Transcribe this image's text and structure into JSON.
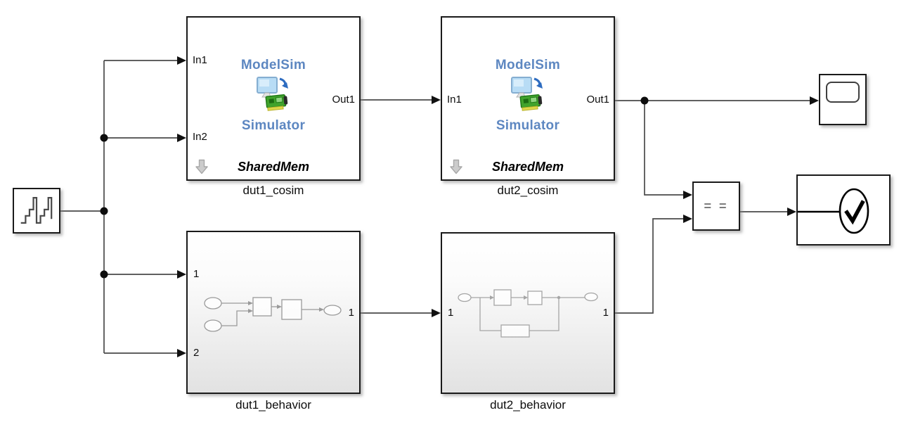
{
  "colors": {
    "modelsim_text": "#5d87c1",
    "wire": "#4a4a4a",
    "block_border": "#1a1a1a",
    "behavior_gradient_bottom": "#e2e2e2",
    "equality_text": "#7d7d7d",
    "footer_arrow_gray": "#cccccc",
    "cosim_board_green": "#41a32c",
    "cosim_screen_blue": "#b8dcf5"
  },
  "icons": {
    "source": "staircase-signal-icon",
    "cosim": "modelsim-hdl-cosimulation-icon",
    "cosim_footer": "gray-down-arrow-icon",
    "behavior": "subsystem-thumbnail-icon",
    "scope": "scope-screen-icon",
    "assertion": "check-in-ellipse-icon"
  },
  "blocks": {
    "dut1_cosim": {
      "label": "dut1_cosim",
      "port_in1": "In1",
      "port_in2": "In2",
      "port_out1": "Out1",
      "icon_title": "ModelSim",
      "icon_subtitle": "Simulator",
      "tag": "SharedMem"
    },
    "dut2_cosim": {
      "label": "dut2_cosim",
      "port_in1": "In1",
      "port_out1": "Out1",
      "icon_title": "ModelSim",
      "icon_subtitle": "Simulator",
      "tag": "SharedMem"
    },
    "dut1_behavior": {
      "label": "dut1_behavior",
      "port_in1": "1",
      "port_in2": "2",
      "port_out1": "1"
    },
    "dut2_behavior": {
      "label": "dut2_behavior",
      "port_in1": "1",
      "port_out1": "1"
    },
    "equality": {
      "operator": "= ="
    }
  }
}
